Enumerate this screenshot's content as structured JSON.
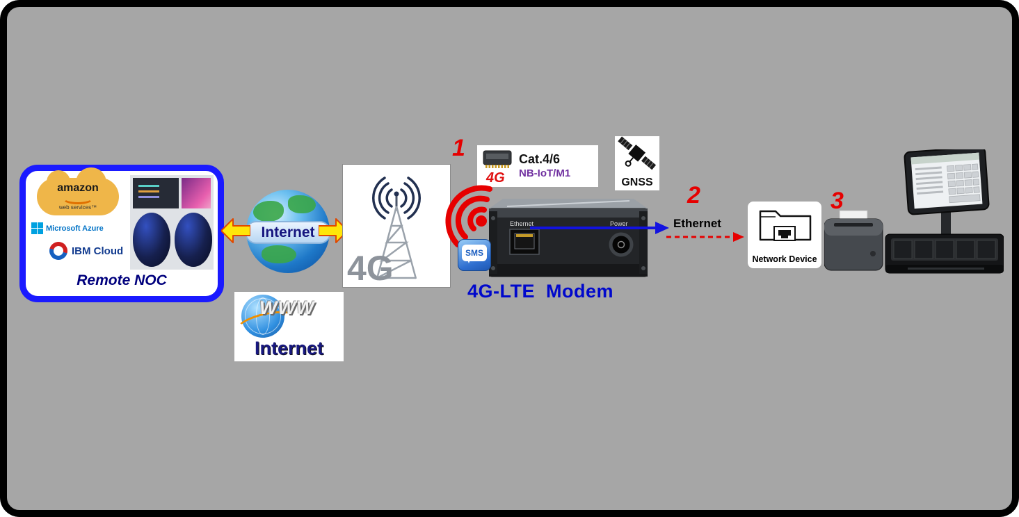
{
  "colors": {
    "background": "#a6a6a6",
    "noc_border": "#1a1aff",
    "marker_red": "#e60000",
    "caption_blue": "#0008cc",
    "nbiot_purple": "#7030a0",
    "arrow_yellow": "#ffe60a",
    "link_blue": "#1212e0"
  },
  "remote_noc": {
    "label": "Remote NOC",
    "aws_line1": "amazon",
    "aws_line2": "web services™",
    "azure": "Microsoft Azure",
    "ibm_name": "IBM",
    "ibm_cloud": "Cloud"
  },
  "internet_globe": {
    "label": "Internet"
  },
  "www_badge": {
    "www": "WWW",
    "label": "Internet"
  },
  "tower": {
    "label": "4G"
  },
  "markers": {
    "one": "1",
    "two": "2",
    "three": "3"
  },
  "module": {
    "badge": "4G",
    "line1": "Cat.4/6",
    "line2": "NB-IoT/M1"
  },
  "gnss": {
    "label": "GNSS"
  },
  "sms": {
    "label": "SMS"
  },
  "modem": {
    "ethernet_port": "Ethernet",
    "power": "Power",
    "caption": "4G-LTE  Modem"
  },
  "ethernet_link": {
    "label": "Ethernet"
  },
  "network_device": {
    "label": "Network Device"
  }
}
